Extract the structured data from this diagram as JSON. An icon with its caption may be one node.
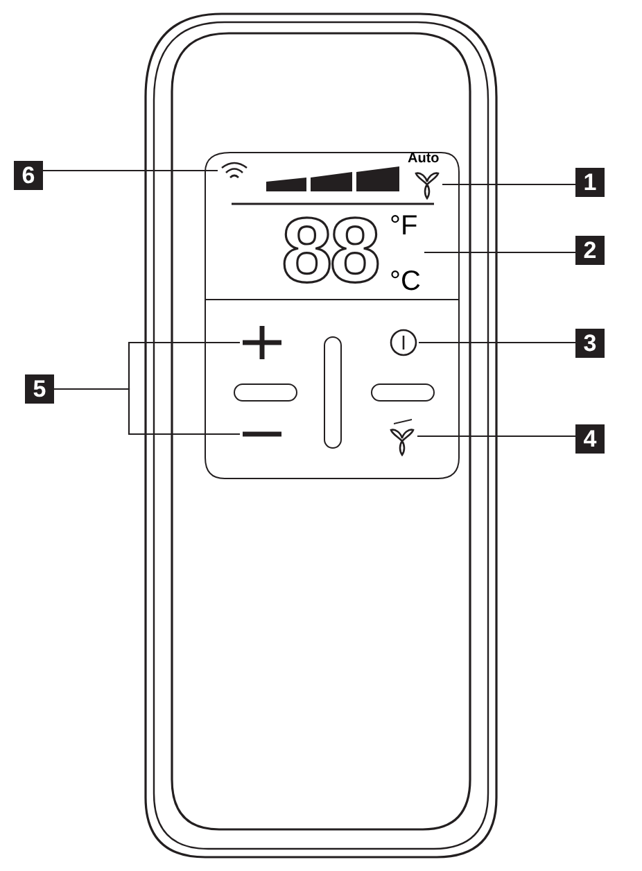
{
  "diagram": {
    "nodes": [
      {
        "text": [
          "6"
        ]
      },
      {
        "text": [],
        "shape": "icon"
      },
      {
        "text": [
          "1"
        ]
      },
      {
        "text": [],
        "shape": "icon",
        "beside": [
          "Auto"
        ]
      },
      {
        "text": [
          "2"
        ]
      },
      {
        "text": [
          "88",
          "°F",
          "°C"
        ]
      },
      {
        "text": [
          "3"
        ]
      },
      {
        "text": [],
        "shape": "icon"
      },
      {
        "text": [
          "4"
        ]
      },
      {
        "text": [],
        "shape": "icon"
      },
      {
        "text": [
          "5"
        ]
      },
      {
        "text": [],
        "shape": "icon"
      },
      {
        "text": [],
        "shape": "icon"
      }
    ],
    "edges": [
      {
        "from": 0,
        "to": 1,
        "arrow": "none"
      },
      {
        "from": 2,
        "to": 3,
        "arrow": "none"
      },
      {
        "from": 4,
        "to": 5,
        "arrow": "none"
      },
      {
        "from": 6,
        "to": 7,
        "arrow": "none"
      },
      {
        "from": 8,
        "to": 9,
        "arrow": "none"
      },
      {
        "from": 10,
        "to": 11,
        "arrow": "none"
      },
      {
        "from": 10,
        "to": 12,
        "arrow": "none"
      }
    ]
  }
}
